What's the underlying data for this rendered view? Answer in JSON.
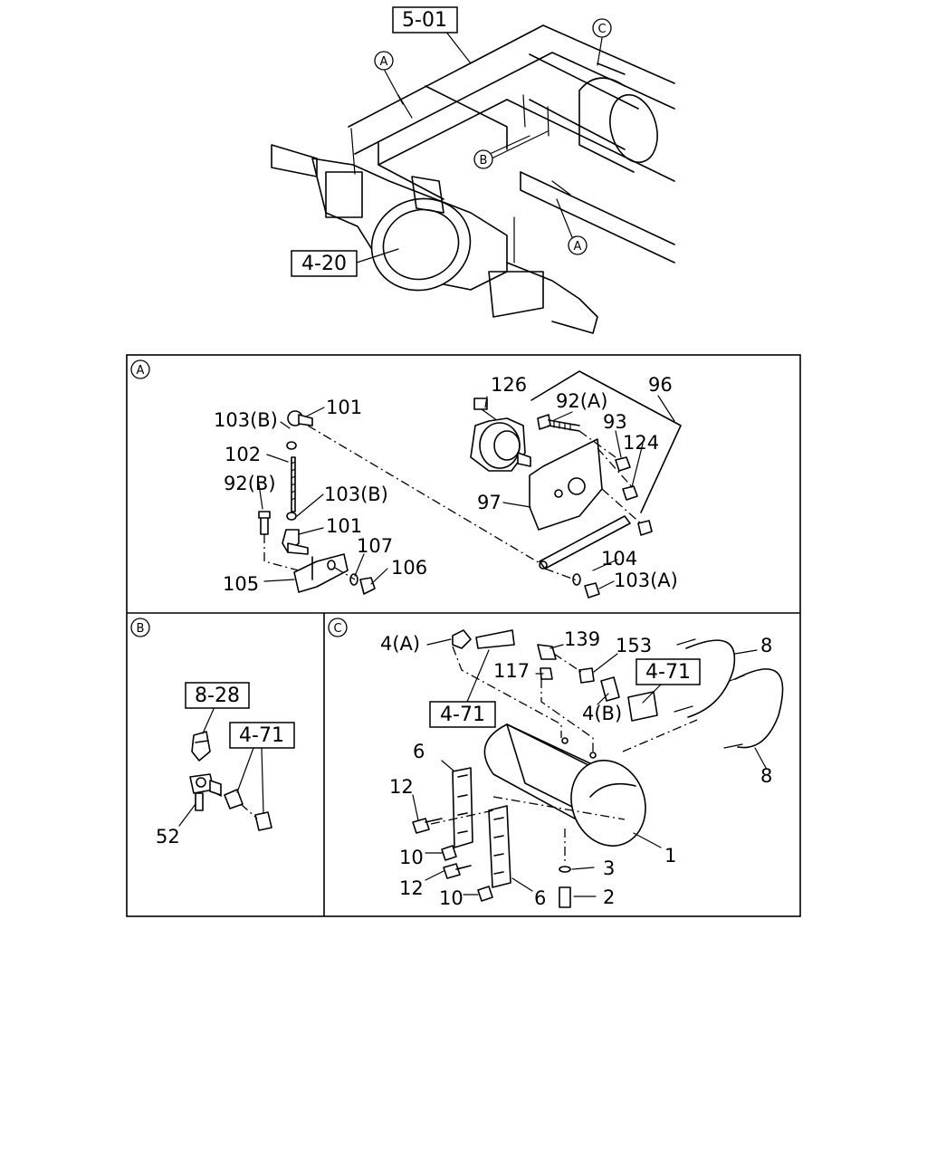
{
  "refs": {
    "r501": "5-01",
    "r420": "4-20",
    "r828": "8-28",
    "r471b": "4-71",
    "r471c1": "4-71",
    "r471c2": "4-71"
  },
  "markers": {
    "a": "A",
    "b": "B",
    "c": "C"
  },
  "labels": {
    "p126": "126",
    "p92a": "92(A)",
    "p96": "96",
    "p93": "93",
    "p124": "124",
    "p97": "97",
    "p104": "104",
    "p103a": "103(A)",
    "p103b1": "103(B)",
    "p101a": "101",
    "p102": "102",
    "p92b": "92(B)",
    "p103b2": "103(B)",
    "p101b": "101",
    "p107": "107",
    "p106": "106",
    "p105": "105",
    "p52": "52",
    "p4a": "4(A)",
    "p139": "139",
    "p153": "153",
    "p8a": "8",
    "p117": "117",
    "p4b": "4(B)",
    "p6a": "6",
    "p12a": "12",
    "p10a": "10",
    "p12b": "12",
    "p10b": "10",
    "p6b": "6",
    "p3": "3",
    "p2": "2",
    "p1": "1",
    "p8b": "8"
  }
}
